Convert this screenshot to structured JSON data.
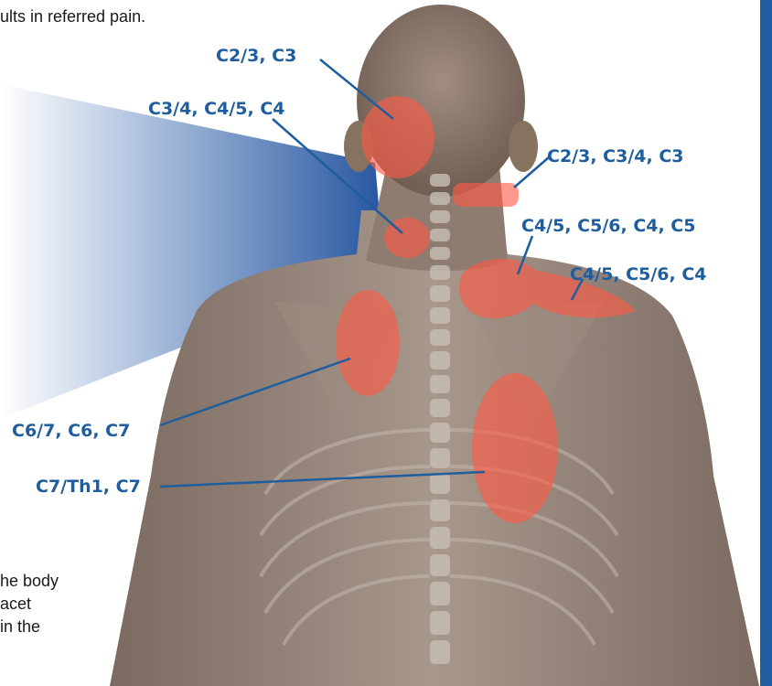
{
  "intro_text": "ults in referred pain.",
  "bottom_text": [
    "he body",
    "acet",
    " in the"
  ],
  "colors": {
    "label": "#1f5e9e",
    "pain_zone": "#ff5a46",
    "frame": "#1f5e9e",
    "skin": "#8f7a6e"
  },
  "callouts": [
    {
      "id": "c23-c3",
      "text": "C2/3, C3"
    },
    {
      "id": "c34-c45-c4",
      "text": "C3/4, C4/5, C4"
    },
    {
      "id": "c23-c34-c3",
      "text": "C2/3, C3/4, C3"
    },
    {
      "id": "c45-c56-c4-c5",
      "text": "C4/5, C5/6, C4, C5"
    },
    {
      "id": "c45-c56-c4",
      "text": "C4/5, C5/6, C4"
    },
    {
      "id": "c67-c6-c7",
      "text": "C6/7, C6, C7"
    },
    {
      "id": "c7th1-c7",
      "text": "C7/Th1, C7"
    }
  ]
}
